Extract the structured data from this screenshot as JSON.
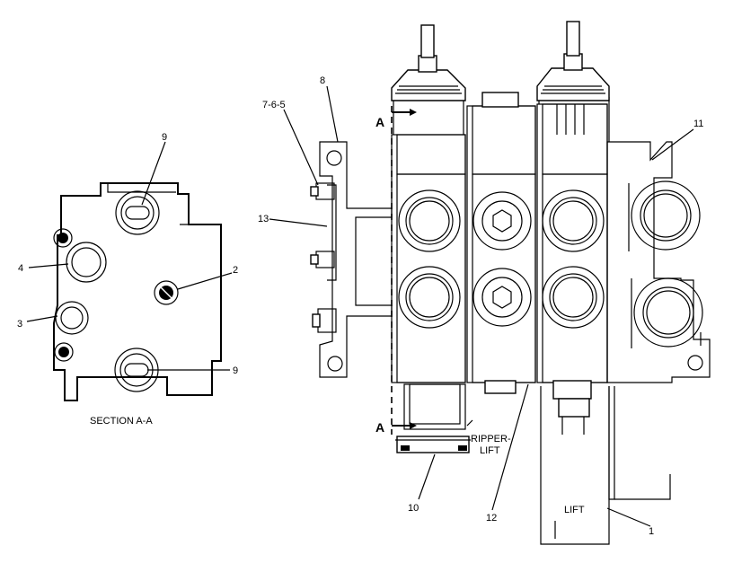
{
  "section": {
    "title": "SECTION  A-A",
    "callouts": {
      "c9_top": "9",
      "c4": "4",
      "c3": "3",
      "c2": "2",
      "c9_bottom": "9"
    }
  },
  "main": {
    "callouts": {
      "c765": "7-6-5",
      "c8": "8",
      "c11": "11",
      "c13": "13",
      "c10": "10",
      "c12": "12",
      "c1": "1"
    },
    "section_marks": {
      "top": "A",
      "bottom": "A"
    },
    "labels": {
      "ripper_line1": "RIPPER-",
      "ripper_line2": "LIFT",
      "lift": "LIFT"
    }
  }
}
